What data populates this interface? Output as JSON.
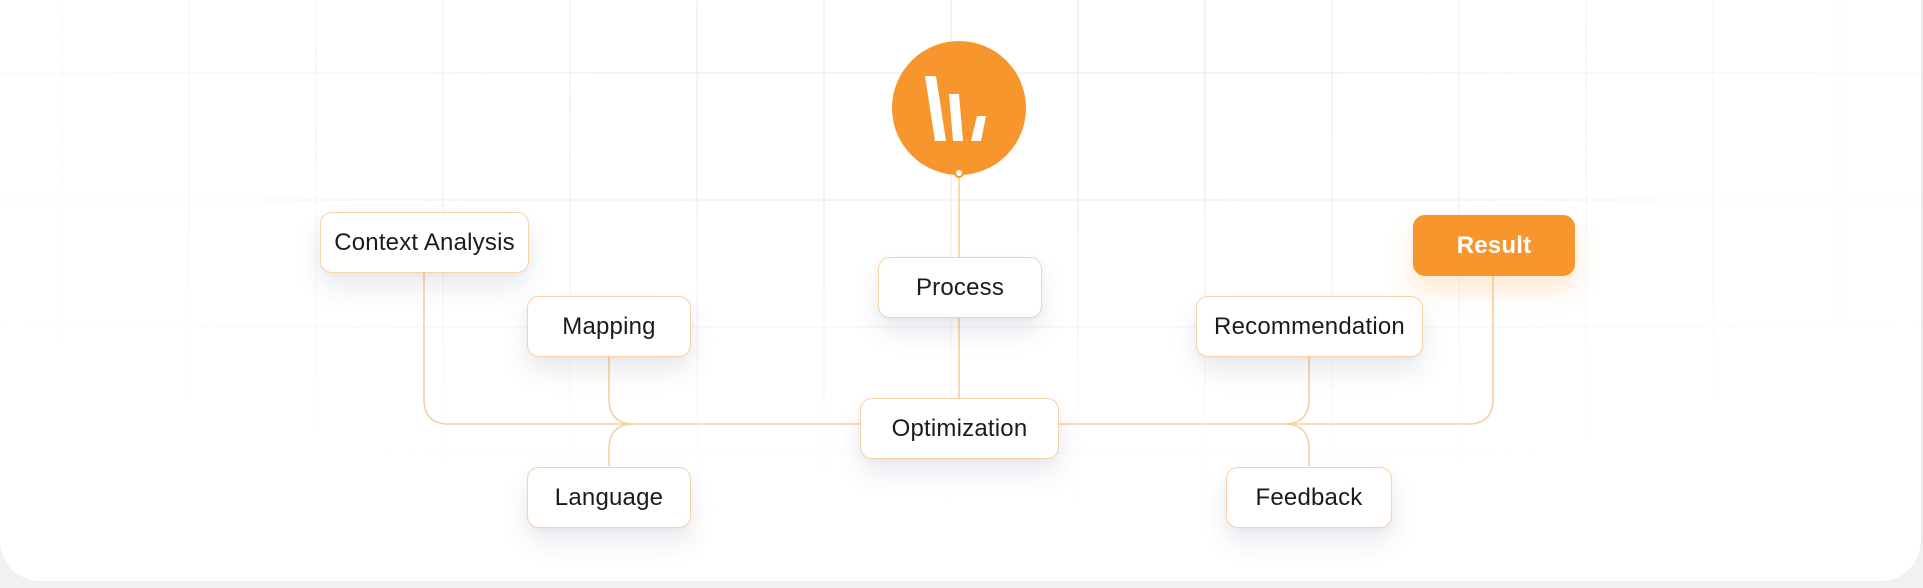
{
  "diagram": {
    "root": {
      "icon": "brand-logo-icon"
    },
    "nodes": {
      "context_analysis": "Context Analysis",
      "mapping": "Mapping",
      "process": "Process",
      "recommendation": "Recommendation",
      "result": "Result",
      "optimization": "Optimization",
      "language": "Language",
      "feedback": "Feedback"
    },
    "colors": {
      "accent": "#f7962d",
      "connector": "#f9cf9f",
      "node_border": "#f8d3a8",
      "text": "#1b1b1f"
    }
  }
}
